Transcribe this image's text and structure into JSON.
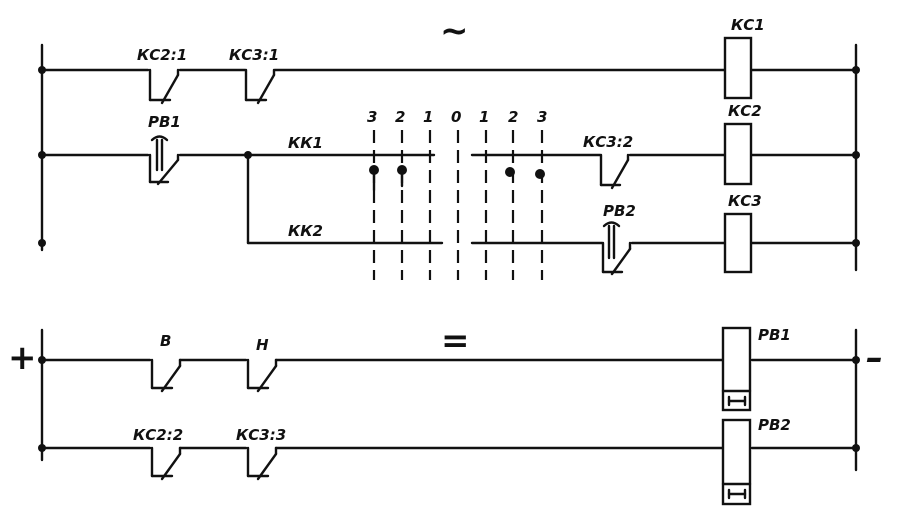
{
  "ac_symbol": "~",
  "dc_symbol": "=",
  "plus_symbol": "+",
  "minus_symbol": "–",
  "contacts": {
    "kc2_1": "КС2:1",
    "kc3_1": "КС3:1",
    "rv1": "РВ1",
    "kc3_2": "КС3:2",
    "rv2": "РВ2",
    "v": "В",
    "n": "Н",
    "kc2_2": "КС2:2",
    "kc3_3": "КС3:3"
  },
  "switch_labels": {
    "kk1": "КК1",
    "kk2": "КК2"
  },
  "positions": [
    "3",
    "2",
    "1",
    "0",
    "1",
    "2",
    "3"
  ],
  "coils": {
    "kc1": "КС1",
    "kc2": "КС2",
    "kc3": "КС3",
    "rv1": "РВ1",
    "rv2": "РВ2"
  }
}
